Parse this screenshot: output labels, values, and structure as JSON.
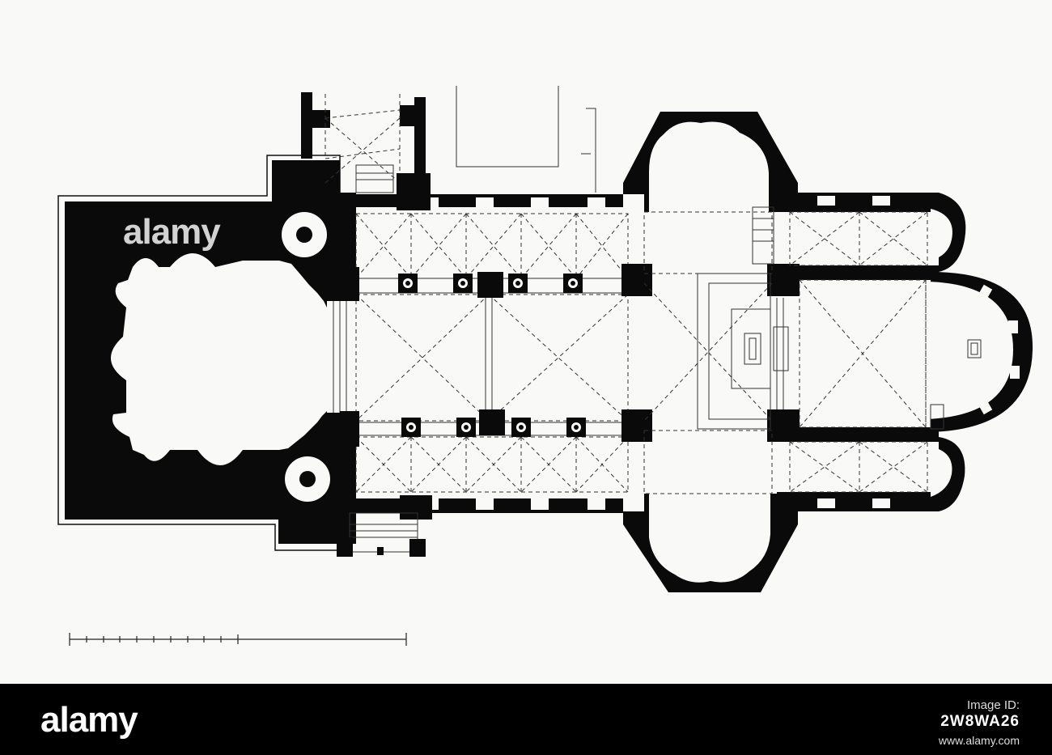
{
  "watermark": {
    "text": "alamy"
  },
  "footer": {
    "logo": "alamy",
    "image_id_label": "Image ID:",
    "image_id": "2W8WA26",
    "url": "www.alamy.com"
  },
  "colors": {
    "background": "#f9f9f7",
    "wall": "#0a0a0a",
    "line": "#333333",
    "footer": "#000000"
  },
  "scale_bar": {
    "major_divisions": 2,
    "minor_ticks": 10
  }
}
